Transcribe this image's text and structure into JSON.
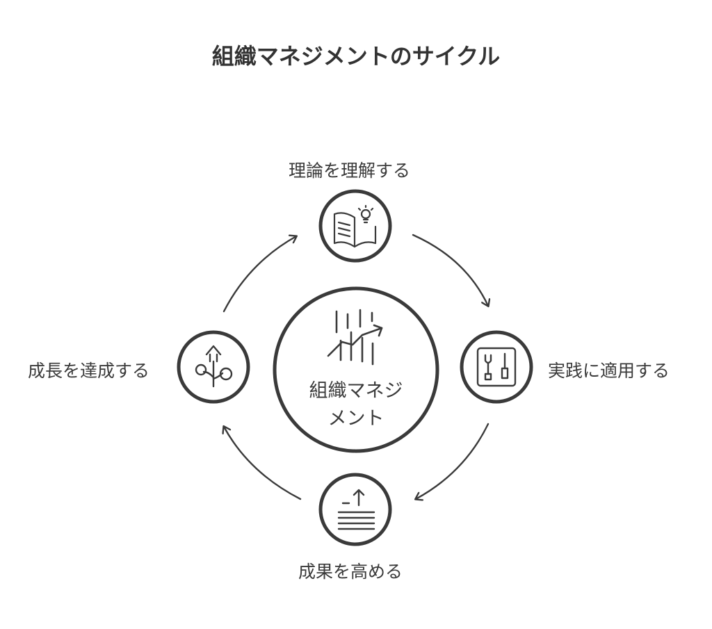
{
  "title": "組織マネジメントのサイクル",
  "center": {
    "line1": "組織マネジ",
    "line2": "メント",
    "icon": "growth-chart-icon"
  },
  "nodes": [
    {
      "label": "理論を理解する",
      "icon": "book-lightbulb-icon"
    },
    {
      "label": "実践に適用する",
      "icon": "tools-icon"
    },
    {
      "label": "成果を高める",
      "icon": "upload-lines-icon"
    },
    {
      "label": "成長を達成する",
      "icon": "growing-plant-icon"
    }
  ],
  "colors": {
    "ink": "#3a3a3a",
    "background": "#ffffff"
  }
}
